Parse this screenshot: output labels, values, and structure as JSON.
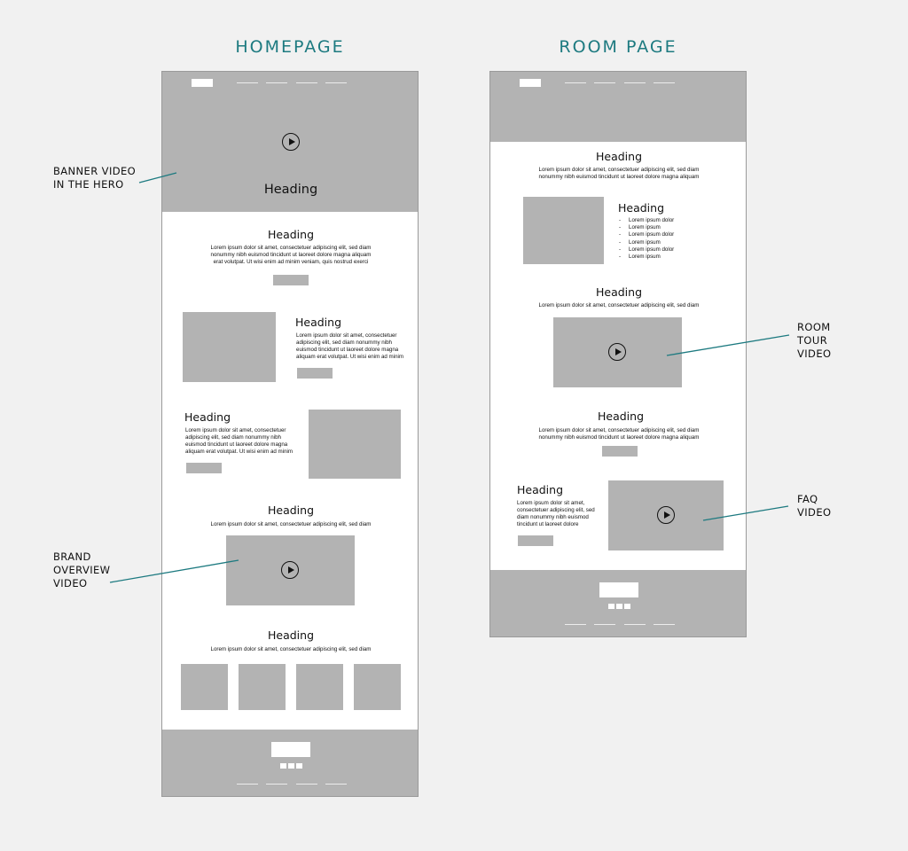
{
  "titles": {
    "homepage": "HOMEPAGE",
    "room_page": "ROOM PAGE"
  },
  "homepage": {
    "hero_heading": "Heading",
    "intro": {
      "heading": "Heading",
      "text_lines": [
        "Lorem ipsum dolor sit amet, consectetuer adipiscing elit, sed diam",
        "nonummy nibh euismod tincidunt ut laoreet dolore magna aliquam",
        "erat volutpat. Ut wisi enim ad minim veniam, quis nostrud exerci"
      ]
    },
    "feature_right": {
      "heading": "Heading",
      "text_lines": [
        "Lorem ipsum dolor sit amet, consectetuer",
        "adipiscing elit, sed diam nonummy nibh",
        "euismod tincidunt ut laoreet dolore magna",
        "aliquam erat volutpat. Ut wisi enim ad minim"
      ]
    },
    "feature_left": {
      "heading": "Heading",
      "text_lines": [
        "Lorem ipsum dolor sit amet, consectetuer",
        "adipiscing elit, sed diam nonummy nibh",
        "euismod tincidunt ut laoreet dolore magna",
        "aliquam erat volutpat. Ut wisi enim ad minim"
      ]
    },
    "video_section": {
      "heading": "Heading",
      "text": "Lorem ipsum dolor sit amet, consectetuer adipiscing elit, sed diam"
    },
    "gallery_section": {
      "heading": "Heading",
      "text": "Lorem ipsum dolor sit amet, consectetuer adipiscing elit, sed diam"
    }
  },
  "room_page": {
    "intro": {
      "heading": "Heading",
      "text_lines": [
        "Lorem ipsum dolor sit amet, consectetuer adipiscing elit, sed diam",
        "nonummy nibh euismod tincidunt ut laoreet dolore magna aliquam"
      ]
    },
    "amenities": {
      "heading": "Heading",
      "items": [
        "Lorem ipsum dolor",
        "Lorem ipsum",
        "Lorem ipsum dolor",
        "Lorem ipsum",
        "Lorem ipsum dolor",
        "Lorem ipsum"
      ]
    },
    "tour": {
      "heading": "Heading",
      "text": "Lorem ipsum dolor sit amet, consectetuer adipiscing elit, sed diam"
    },
    "info": {
      "heading": "Heading",
      "text_lines": [
        "Lorem ipsum dolor sit amet, consectetuer adipiscing elit, sed diam",
        "nonummy nibh euismod tincidunt ut laoreet dolore magna aliquam"
      ]
    },
    "faq": {
      "heading": "Heading",
      "text_lines": [
        "Lorem ipsum dolor sit amet,",
        "consectetuer adipiscing elit, sed",
        "diam nonummy nibh euismod",
        "tincidunt ut laoreet dolore"
      ]
    }
  },
  "annotations": {
    "banner_video": [
      "BANNER VIDEO",
      "IN THE HERO"
    ],
    "brand_overview_video": [
      "BRAND",
      "OVERVIEW",
      "VIDEO"
    ],
    "room_tour_video": [
      "ROOM",
      "TOUR",
      "VIDEO"
    ],
    "faq_video": [
      "FAQ",
      "VIDEO"
    ]
  },
  "colors": {
    "accent": "#1d7a80",
    "placeholder": "#b3b3b3",
    "background": "#f1f1f1"
  },
  "icons": {
    "video": "play-icon"
  }
}
